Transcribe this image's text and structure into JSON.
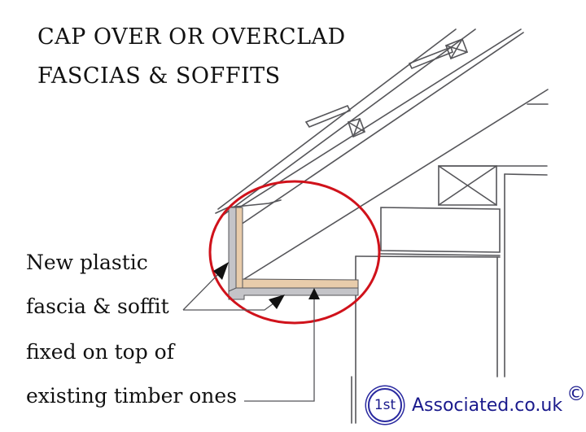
{
  "title": {
    "line1": "CAP OVER OR OVERCLAD",
    "line2": "FASCIAS & SOFFITS"
  },
  "annotation": {
    "lines": [
      "New plastic",
      "fascia & soffit",
      "fixed on top of",
      "existing timber ones"
    ]
  },
  "colors": {
    "highlight_circle": "#d0121b",
    "plastic_fascia": "#c4c4c8",
    "timber": "#e8ccab",
    "line": "#555559",
    "logo": "#1a1a8c"
  },
  "logo": {
    "badge": "1st",
    "text": "Associated.co.uk",
    "copyright": "©"
  }
}
